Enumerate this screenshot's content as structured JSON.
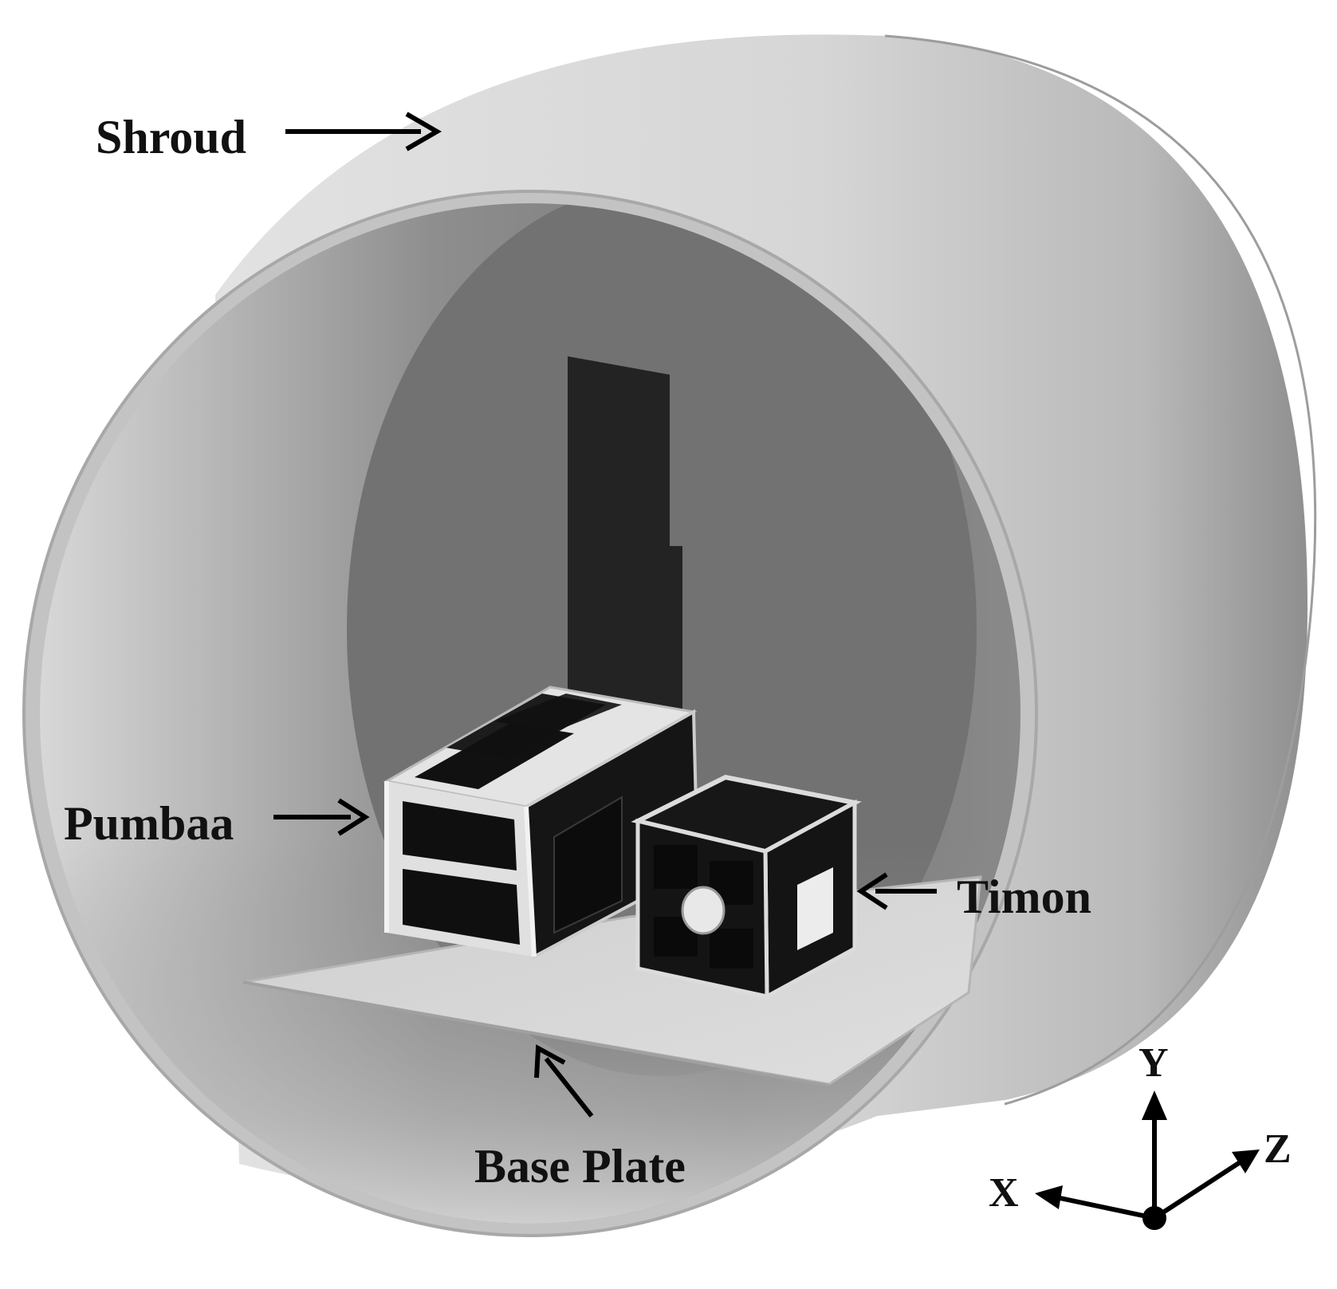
{
  "figure": {
    "labels": {
      "shroud": "Shroud",
      "pumbaa": "Pumbaa",
      "timon": "Timon",
      "base_plate": "Base Plate"
    },
    "axes": {
      "x": "X",
      "y": "Y",
      "z": "Z"
    },
    "colors": {
      "background": "#ffffff",
      "shroud_outer": "#cfcfcf",
      "shroud_inner": "#7a7a7a",
      "rear_wall": "#6f6f6f",
      "antenna": "#232323",
      "satellite_body": "#111111",
      "satellite_frame": "#e6e6e6",
      "base_plate": "#d4d4d4"
    }
  }
}
